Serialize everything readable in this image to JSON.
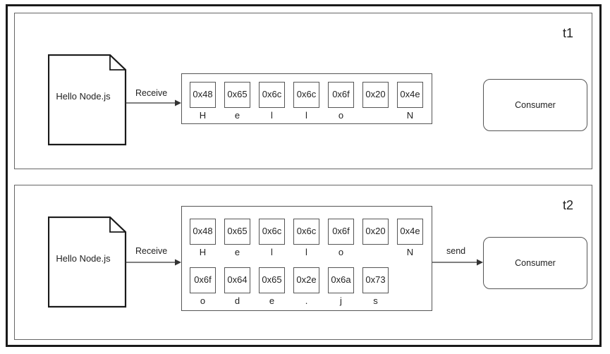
{
  "panels": [
    {
      "label": "t1",
      "document_text": "Hello Node.js",
      "receive_label": "Receive",
      "send_label": "",
      "consumer_label": "Consumer",
      "rows": [
        [
          {
            "hex": "0x48",
            "char": "H"
          },
          {
            "hex": "0x65",
            "char": "e"
          },
          {
            "hex": "0x6c",
            "char": "l"
          },
          {
            "hex": "0x6c",
            "char": "l"
          },
          {
            "hex": "0x6f",
            "char": "o"
          },
          {
            "hex": "0x20",
            "char": ""
          },
          {
            "hex": "0x4e",
            "char": "N"
          }
        ]
      ]
    },
    {
      "label": "t2",
      "document_text": "Hello Node.js",
      "receive_label": "Receive",
      "send_label": "send",
      "consumer_label": "Consumer",
      "rows": [
        [
          {
            "hex": "0x48",
            "char": "H"
          },
          {
            "hex": "0x65",
            "char": "e"
          },
          {
            "hex": "0x6c",
            "char": "l"
          },
          {
            "hex": "0x6c",
            "char": "l"
          },
          {
            "hex": "0x6f",
            "char": "o"
          },
          {
            "hex": "0x20",
            "char": ""
          },
          {
            "hex": "0x4e",
            "char": "N"
          }
        ],
        [
          {
            "hex": "0x6f",
            "char": "o"
          },
          {
            "hex": "0x64",
            "char": "d"
          },
          {
            "hex": "0x65",
            "char": "e"
          },
          {
            "hex": "0x2e",
            "char": "."
          },
          {
            "hex": "0x6a",
            "char": "j"
          },
          {
            "hex": "0x73",
            "char": "s"
          }
        ]
      ]
    }
  ]
}
